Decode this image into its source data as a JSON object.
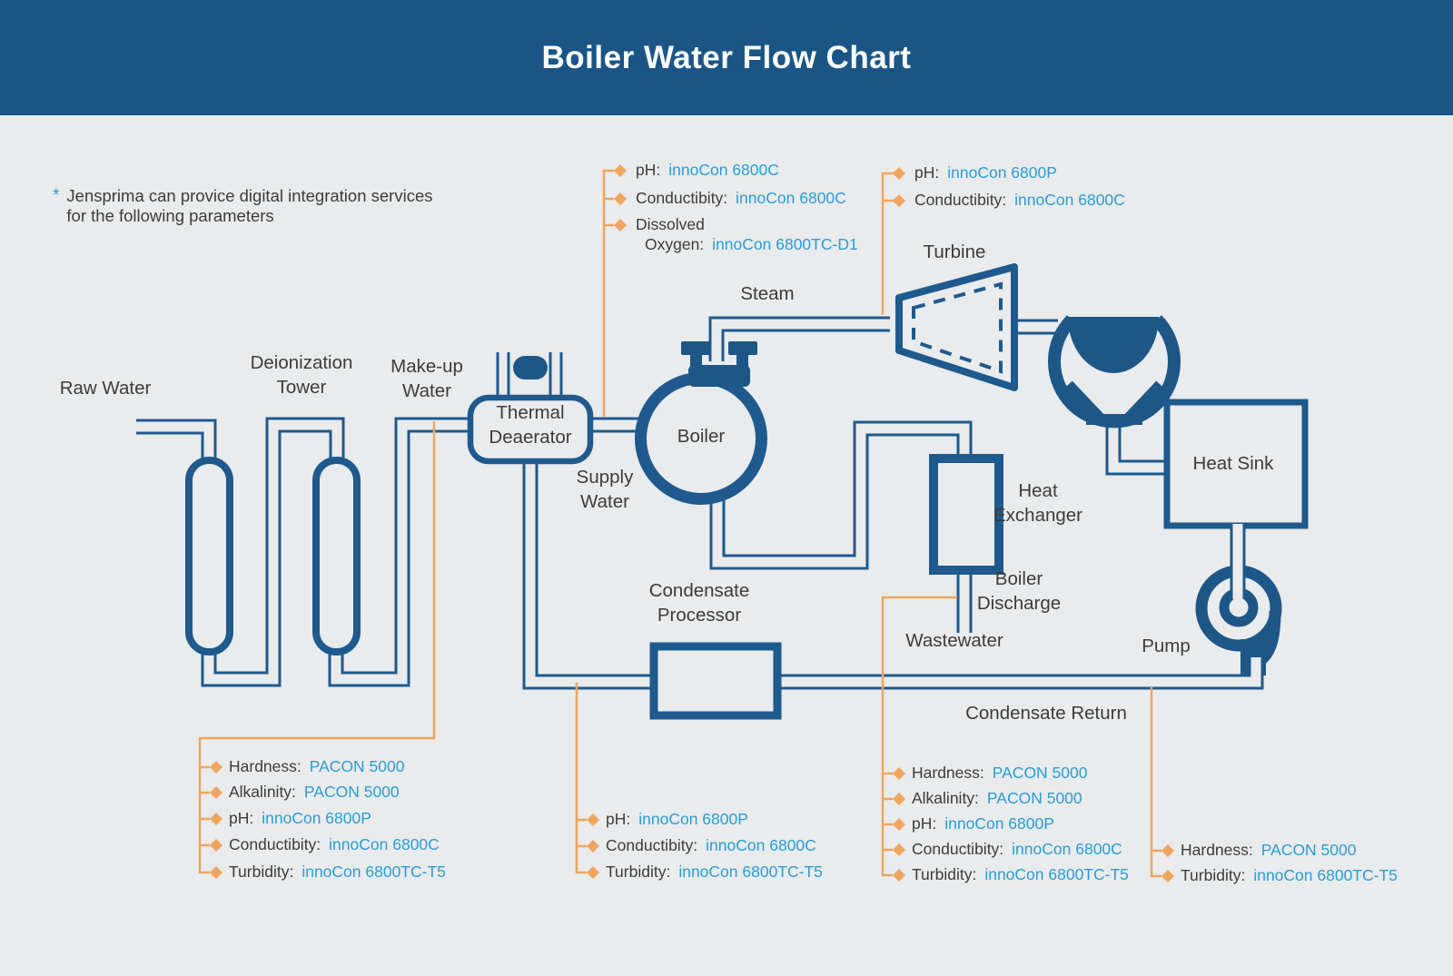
{
  "header": {
    "title": "Boiler Water Flow Chart"
  },
  "note": {
    "asterisk": "*",
    "line1": "Jensprima can provice digital integration services",
    "line2": "for the following parameters"
  },
  "colors": {
    "header_bg": "#1b5586",
    "diagram_line_blue": "#1e5a8d",
    "solid_blue": "#1d5787",
    "connector_orange": "#efa55f",
    "instrument_value_blue": "#2a9cd6",
    "label_text": "#3c3c3c",
    "background": "#e9ebec"
  },
  "labels": {
    "raw_water": "Raw Water",
    "deionization_1": "Deionization",
    "deionization_2": "Tower",
    "makeup_1": "Make-up",
    "makeup_2": "Water",
    "thermal_1": "Thermal",
    "thermal_2": "Deaerator",
    "boiler": "Boiler",
    "supply_1": "Supply",
    "supply_2": "Water",
    "steam": "Steam",
    "turbine": "Turbine",
    "heat_sink": "Heat Sink",
    "heat_exchanger_1": "Heat",
    "heat_exchanger_2": "Exchanger",
    "boiler_discharge_1": "Boiler",
    "boiler_discharge_2": "Discharge",
    "wastewater": "Wastewater",
    "pump": "Pump",
    "condensate_return": "Condensate Return",
    "condensate_processor_1": "Condensate",
    "condensate_processor_2": "Processor"
  },
  "callouts": {
    "supply": [
      {
        "label": "pH:",
        "value": "innoCon 6800C"
      },
      {
        "label": "Conductibity:",
        "value": "innoCon 6800C"
      },
      {
        "label": "Dissolved",
        "value": ""
      },
      {
        "label": "Oxygen:",
        "value": "innoCon 6800TC-D1"
      }
    ],
    "steam": [
      {
        "label": "pH:",
        "value": "innoCon 6800P"
      },
      {
        "label": "Conductibity:",
        "value": "innoCon 6800C"
      }
    ],
    "makeup": [
      {
        "label": "Hardness:",
        "value": "PACON 5000"
      },
      {
        "label": "Alkalinity:",
        "value": "PACON 5000"
      },
      {
        "label": "pH:",
        "value": "innoCon 6800P"
      },
      {
        "label": "Conductibity:",
        "value": "innoCon 6800C"
      },
      {
        "label": "Turbidity:",
        "value": "innoCon 6800TC-T5"
      }
    ],
    "condensate": [
      {
        "label": "pH:",
        "value": "innoCon 6800P"
      },
      {
        "label": "Conductibity:",
        "value": "innoCon 6800C"
      },
      {
        "label": "Turbidity:",
        "value": "innoCon 6800TC-T5"
      }
    ],
    "wastewater": [
      {
        "label": "Hardness:",
        "value": "PACON 5000"
      },
      {
        "label": "Alkalinity:",
        "value": "PACON 5000"
      },
      {
        "label": "pH:",
        "value": "innoCon 6800P"
      },
      {
        "label": "Conductibity:",
        "value": "innoCon 6800C"
      },
      {
        "label": "Turbidity:",
        "value": "innoCon 6800TC-T5"
      }
    ],
    "return": [
      {
        "label": "Hardness:",
        "value": "PACON 5000"
      },
      {
        "label": "Turbidity:",
        "value": "innoCon 6800TC-T5"
      }
    ]
  }
}
